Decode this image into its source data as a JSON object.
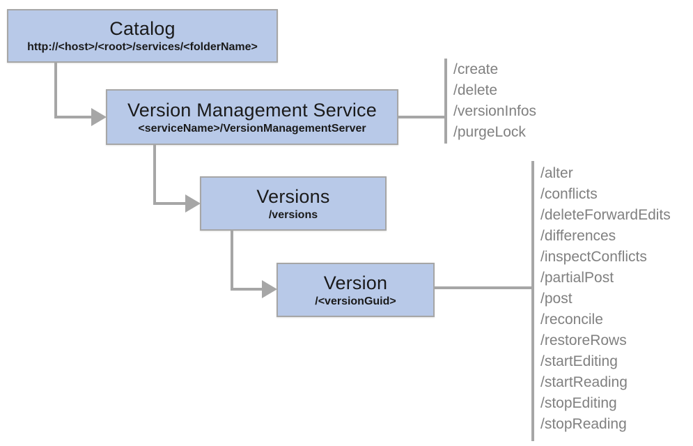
{
  "diagram": {
    "nodes": {
      "catalog": {
        "title": "Catalog",
        "subtitle": "http://<host>/<root>/services/<folderName>"
      },
      "vms": {
        "title": "Version Management Service",
        "subtitle": "<serviceName>/VersionManagementServer"
      },
      "versions": {
        "title": "Versions",
        "subtitle": "/versions"
      },
      "version": {
        "title": "Version",
        "subtitle": "/<versionGuid>"
      }
    },
    "operations": {
      "vms": [
        "/create",
        "/delete",
        "/versionInfos",
        "/purgeLock"
      ],
      "version": [
        "/alter",
        "/conflicts",
        "/deleteForwardEdits",
        "/differences",
        "/inspectConflicts",
        "/partialPost",
        "/post",
        "/reconcile",
        "/restoreRows",
        "/startEditing",
        "/startReading",
        "/stopEditing",
        "/stopReading"
      ]
    },
    "colors": {
      "node_fill": "#b8c9e8",
      "node_border": "#a6a6a6",
      "connector": "#a6a6a6",
      "operation_text": "#808080",
      "title_text": "#1a1a1a"
    }
  }
}
